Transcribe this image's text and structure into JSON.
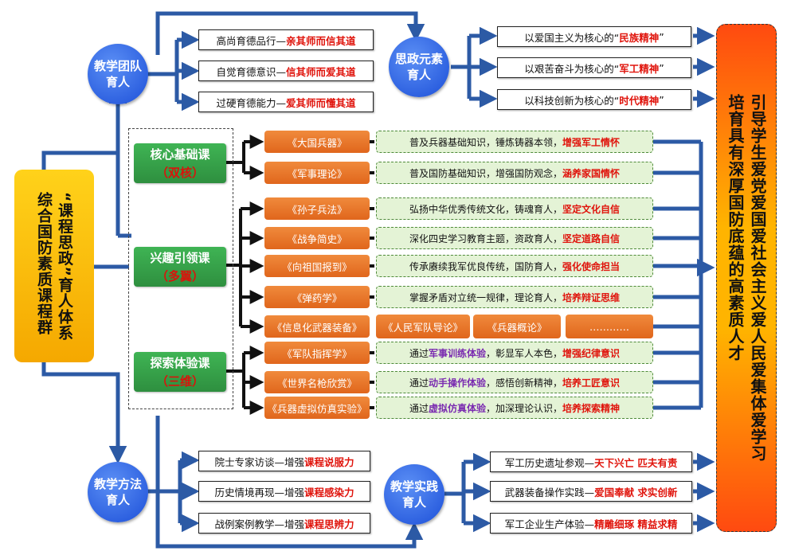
{
  "left_title": {
    "line1": "“课程思政”育人体系",
    "line2": "综合国防素质课程群"
  },
  "right_title": {
    "line1": "引导学生爱党爱国爱社会主义爱人民爱集体爱学习",
    "line2": "培育具有深厚国防底蕴的高素质人才"
  },
  "circles": {
    "team": "教学团队育人",
    "ideology": "思政元素育人",
    "method": "教学方法育人",
    "practice": "教学实践育人"
  },
  "team_items": [
    {
      "a": "高尚育德品行—",
      "b": "亲其师而信其道"
    },
    {
      "a": "自觉育德意识—",
      "b": "信其师而爱其道"
    },
    {
      "a": "过硬育德能力—",
      "b": "爱其师而懂其道"
    }
  ],
  "ideology_items": [
    {
      "a": "以爱国主义为核心的“",
      "b": "民族精神",
      "c": "”"
    },
    {
      "a": "以艰苦奋斗为核心的“",
      "b": "军工精神",
      "c": "”"
    },
    {
      "a": "以科技创新为核心的“",
      "b": "时代精神",
      "c": "”"
    }
  ],
  "core": {
    "title": "核心基础课",
    "sub": "（双核）"
  },
  "interest": {
    "title": "兴趣引领课",
    "sub": "（多翼）"
  },
  "explore": {
    "title": "探索体验课",
    "sub": "（三维）"
  },
  "courses": [
    "《大国兵器》",
    "《军事理论》",
    "《孙子兵法》",
    "《战争简史》",
    "《向祖国报到》",
    "《弹药学》",
    "《信息化武器装备》",
    "《军队指挥学》",
    "《世界名枪欣赏》",
    "《兵器虚拟仿真实验》"
  ],
  "course_goals": [
    {
      "a": "普及兵器基础知识，锤炼铸器本领，",
      "b": "增强军工情怀"
    },
    {
      "a": "普及国防基础知识，增强国防观念，",
      "b": "涵养家国情怀"
    },
    {
      "a": "弘扬中华优秀传统文化，铸魂育人，",
      "b": "坚定文化自信"
    },
    {
      "a": "深化四史学习教育主题，资政育人，",
      "b": "坚定道路自信"
    },
    {
      "a": "传承赓续我军优良传统，国防育人，",
      "b": "强化使命担当"
    },
    {
      "a": "掌握矛盾对立统一规律，理论育人，",
      "b": "培养辩证思维"
    }
  ],
  "extra_courses": [
    "《人民军队导论》",
    "《兵器概论》",
    "…………"
  ],
  "explore_goals": [
    {
      "a": "通过",
      "p": "军事训练体验",
      "m": "，彰显军人本色，",
      "b": "增强纪律意识"
    },
    {
      "a": "通过",
      "p": "动手操作体验",
      "m": "，感悟创新精神，",
      "b": "培养工匠意识"
    },
    {
      "a": "通过",
      "p": "虚拟仿真体验",
      "m": "，加深理论认识，",
      "b": "培养探索精神"
    }
  ],
  "method_items": [
    {
      "a": "院士专家访谈—增强",
      "b": "课程说服力"
    },
    {
      "a": "历史情境再现—增强",
      "b": "课程感染力"
    },
    {
      "a": "战例案例教学—增强",
      "b": "课程思辨力"
    }
  ],
  "practice_items": [
    {
      "a": "军工历史遗址参观—",
      "b": "天下兴亡 匹夫有责"
    },
    {
      "a": "武器装备操作实践—",
      "b": "爱国奉献 求实创新"
    },
    {
      "a": "军工企业生产体验—",
      "b": "精雕细琢 精益求精"
    }
  ],
  "colors": {
    "line": "#2c5aa5",
    "accent_red": "#e0140c",
    "green": "#3fb454",
    "orange": "#ec7a2c",
    "circle_blue": "#2a60e0"
  }
}
